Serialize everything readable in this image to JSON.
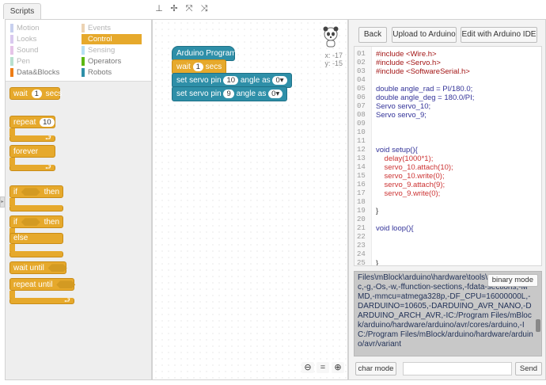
{
  "tabs": {
    "scripts": "Scripts"
  },
  "stage_tools": {
    "stamp": "⊥",
    "resize": "✢",
    "grow": "⤧",
    "shrink": "⤨"
  },
  "categories": {
    "motion": "Motion",
    "looks": "Looks",
    "sound": "Sound",
    "pen": "Pen",
    "data": "Data&Blocks",
    "events": "Events",
    "control": "Control",
    "sensing": "Sensing",
    "operators": "Operators",
    "robots": "Robots"
  },
  "category_colors": {
    "motion": "#4a6cd4",
    "looks": "#8a55d7",
    "sound": "#bb42c3",
    "pen": "#0e9a6c",
    "data": "#ee7d16",
    "events": "#c88330",
    "control": "#e6a92c",
    "sensing": "#2ca5e2",
    "operators": "#5cb712",
    "robots": "#2e8fa8"
  },
  "palette_blocks": {
    "wait_prefix": "wait",
    "wait_value": "1",
    "wait_suffix": "secs",
    "repeat_prefix": "repeat",
    "repeat_value": "10",
    "forever": "forever",
    "if1_prefix": "if",
    "if1_then": "then",
    "if2_prefix": "if",
    "if2_then": "then",
    "else": "else",
    "wait_until": "wait until",
    "repeat_until": "repeat until"
  },
  "script": {
    "hat": "Arduino Program",
    "wait_prefix": "wait",
    "wait_value": "1",
    "wait_suffix": "secs",
    "servo1_prefix": "set servo pin",
    "servo1_pin": "10",
    "servo1_mid": "angle as",
    "servo1_angle": "0▾",
    "servo2_prefix": "set servo pin",
    "servo2_pin": "9",
    "servo2_mid": "angle as",
    "servo2_angle": "0▾"
  },
  "coords": {
    "x": "x:   -17",
    "y": "y:   -15"
  },
  "zoom": {
    "out": "⊖",
    "reset": "=",
    "in": "⊕"
  },
  "code_panel": {
    "back": "Back",
    "upload": "Upload to Arduino",
    "edit": "Edit with Arduino IDE"
  },
  "code_lines": [
    {
      "n": "01",
      "t": "#include <Wire.h>"
    },
    {
      "n": "02",
      "t": "#include <Servo.h>"
    },
    {
      "n": "03",
      "t": "#include <SoftwareSerial.h>"
    },
    {
      "n": "04",
      "t": ""
    },
    {
      "n": "05",
      "t": "double angle_rad = PI/180.0;"
    },
    {
      "n": "06",
      "t": "double angle_deg = 180.0/PI;"
    },
    {
      "n": "07",
      "t": "Servo servo_10;"
    },
    {
      "n": "08",
      "t": "Servo servo_9;"
    },
    {
      "n": "09",
      "t": ""
    },
    {
      "n": "10",
      "t": ""
    },
    {
      "n": "11",
      "t": ""
    },
    {
      "n": "12",
      "t": "void setup(){"
    },
    {
      "n": "13",
      "t": "    delay(1000*1);"
    },
    {
      "n": "14",
      "t": "    servo_10.attach(10);"
    },
    {
      "n": "15",
      "t": "    servo_10.write(0);"
    },
    {
      "n": "16",
      "t": "    servo_9.attach(9);"
    },
    {
      "n": "17",
      "t": "    servo_9.write(0);"
    },
    {
      "n": "18",
      "t": ""
    },
    {
      "n": "19",
      "t": "}"
    },
    {
      "n": "20",
      "t": ""
    },
    {
      "n": "21",
      "t": "void loop(){"
    },
    {
      "n": "22",
      "t": ""
    },
    {
      "n": "23",
      "t": ""
    },
    {
      "n": "24",
      "t": ""
    },
    {
      "n": "25",
      "t": "}"
    }
  ],
  "console": {
    "text": "Files\\mBlock\\arduino\\hardware\\tools\\avr gcc.exe -c,-g,-Os,-w,-ffunction-sections,-fdata-sections,-MMD,-mmcu=atmega328p,-DF_CPU=16000000L,-DARDUINO=10605,-DARDUINO_AVR_NANO,-DARDUINO_ARCH_AVR,-IC:/Program Files/mBlock/arduino/hardware/arduino/avr/cores/arduino,-IC:/Program Files/mBlock/arduino/hardware/arduino/avr/variant",
    "binary_mode": "binary mode",
    "char_mode": "char mode",
    "send": "Send",
    "send_placeholder": ""
  }
}
